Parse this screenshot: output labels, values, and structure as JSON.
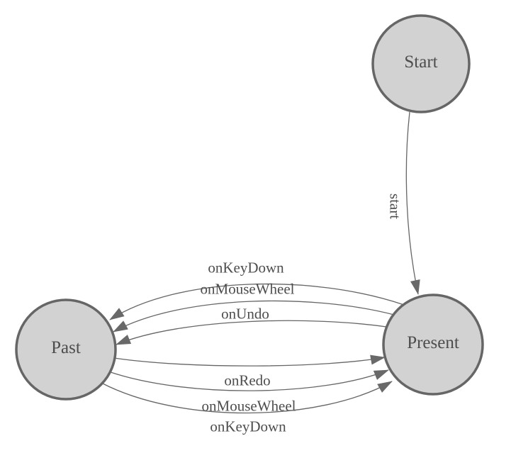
{
  "diagram": {
    "kind": "state-diagram",
    "background": "#ffffff",
    "colors": {
      "node_fill": "#d2d2d2",
      "node_stroke": "#666666",
      "edge_stroke": "#666666",
      "arrow_fill": "#696969",
      "node_text": "#4d4d4d",
      "edge_text": "#4d4d4d"
    },
    "nodes": [
      {
        "id": "start",
        "label": "Start"
      },
      {
        "id": "present",
        "label": "Present"
      },
      {
        "id": "past",
        "label": "Past"
      }
    ],
    "edges": [
      {
        "from": "Start",
        "to": "Present",
        "label": "start"
      },
      {
        "from": "Present",
        "to": "Past",
        "label": "onKeyDown"
      },
      {
        "from": "Present",
        "to": "Past",
        "label": "onMouseWheel"
      },
      {
        "from": "Present",
        "to": "Past",
        "label": "onUndo"
      },
      {
        "from": "Past",
        "to": "Present",
        "label": "onRedo"
      },
      {
        "from": "Past",
        "to": "Present",
        "label": "onMouseWheel"
      },
      {
        "from": "Past",
        "to": "Present",
        "label": "onKeyDown"
      }
    ]
  }
}
